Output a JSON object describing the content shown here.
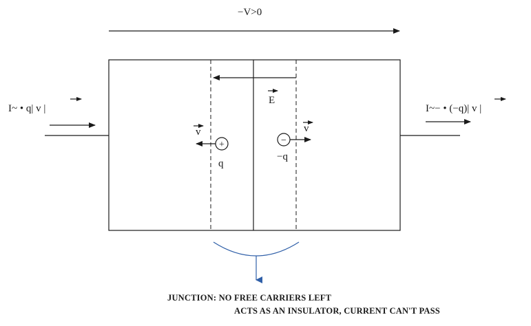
{
  "labels": {
    "voltage": "−V>0",
    "current_left": "I~ • q| v |",
    "current_right": "I~− • (−q)| v |",
    "field": "E",
    "v_left": "v",
    "v_right": "v",
    "plus_sign": "+",
    "minus_sign": "−",
    "charge_pos": "q",
    "charge_neg": "−q",
    "note_line1": "JUNCTION: NO FREE CARRIERS LEFT",
    "note_line2": "ACTS AS AN INSULATOR, CURRENT CAN'T PASS"
  },
  "colors": {
    "note": "#2f5fa8",
    "stroke": "#1a1a1a"
  }
}
